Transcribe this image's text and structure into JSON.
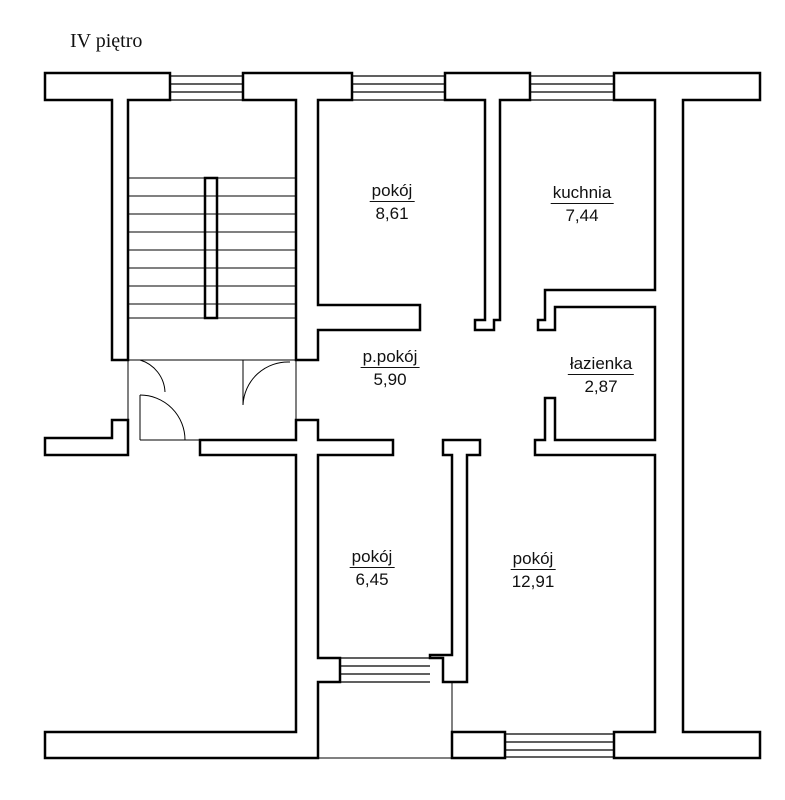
{
  "floor": {
    "title": "IV piętro"
  },
  "rooms": {
    "room_1": {
      "name": "pokój",
      "area": "8,61"
    },
    "kitchen": {
      "name": "kuchnia",
      "area": "7,44"
    },
    "hallway": {
      "name": "p.pokój",
      "area": "5,90"
    },
    "bathroom": {
      "name": "łazienka",
      "area": "2,87"
    },
    "room_2": {
      "name": "pokój",
      "area": "6,45"
    },
    "room_3": {
      "name": "pokój",
      "area": "12,91"
    }
  }
}
